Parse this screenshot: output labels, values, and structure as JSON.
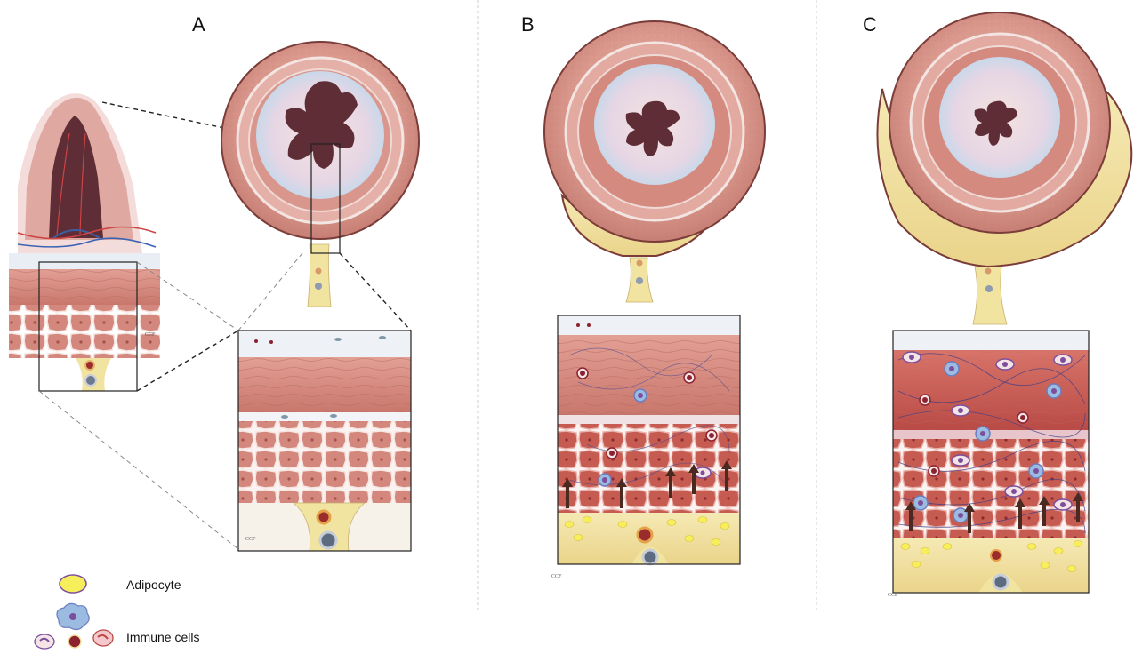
{
  "panels": [
    {
      "id": "A",
      "label": "A"
    },
    {
      "id": "B",
      "label": "B"
    },
    {
      "id": "C",
      "label": "C"
    }
  ],
  "legend": {
    "adipocyte": "Adipocyte",
    "immune_cells": "Immune cells"
  },
  "signature": "CCF",
  "colors": {
    "muscle": "#d88b80",
    "muscle_dark": "#b8655c",
    "mucosa": "#e4a9a2",
    "lumen": "#5e2d36",
    "submucosa": "#e8eef4",
    "fat": "#f1e3a0",
    "adipocyte": "#f6ee5a",
    "immune_blue": "#7aa6d6",
    "immune_purple": "#7b4f9d",
    "immune_red": "#8c2230",
    "fibrosis": "#4b4a8f",
    "frame": "#222222"
  }
}
